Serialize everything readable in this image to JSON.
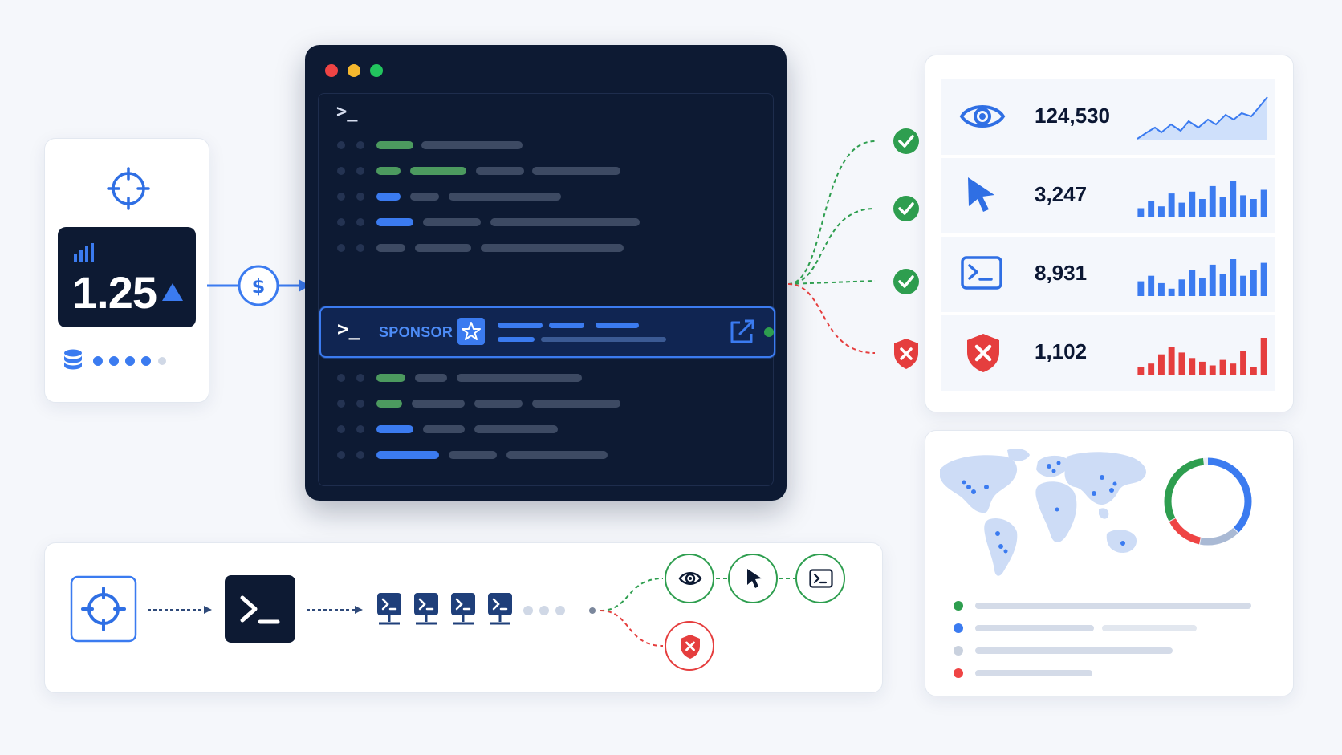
{
  "bid_card": {
    "icons": [
      "crosshair-icon",
      "bar-chart-icon",
      "up-triangle-icon",
      "database-icon"
    ],
    "bid_value": "1.25",
    "colors": {
      "accent": "#2f6fe4",
      "dark": "#0d1a33"
    }
  },
  "terminal": {
    "prompt_symbol": ">_",
    "sponsor_prompt": ">_",
    "sponsor_label": "SPONSOR",
    "icons": [
      "terminal-prompt-icon",
      "star-icon",
      "external-link-icon"
    ],
    "window_dots": [
      "#ef4444",
      "#f5b82e",
      "#22c55e"
    ]
  },
  "connector": {
    "icons": [
      "dollar-icon"
    ]
  },
  "metrics": {
    "rows": [
      {
        "icon": "eye-icon",
        "value": "124,530",
        "chart": "area"
      },
      {
        "icon": "cursor-icon",
        "value": "3,247",
        "chart": "bars",
        "bars": [
          0.25,
          0.45,
          0.3,
          0.65,
          0.4,
          0.7,
          0.5,
          0.85,
          0.55,
          1.0,
          0.6,
          0.5,
          0.75
        ]
      },
      {
        "icon": "terminal-icon",
        "value": "8,931",
        "chart": "bars",
        "bars": [
          0.4,
          0.55,
          0.35,
          0.2,
          0.45,
          0.7,
          0.5,
          0.85,
          0.6,
          1.0,
          0.55,
          0.7,
          0.9
        ]
      },
      {
        "icon": "shield-x-icon",
        "value": "1,102",
        "chart": "bars-red",
        "bars": [
          0.2,
          0.3,
          0.55,
          0.75,
          0.6,
          0.45,
          0.35,
          0.25,
          0.4,
          0.3,
          0.65,
          0.2,
          1.0
        ]
      }
    ],
    "status_icons": [
      "check-icon",
      "check-icon",
      "check-icon",
      "shield-x-icon"
    ],
    "colors": {
      "positive": "#2e9e4f",
      "negative": "#e53e3e",
      "accent": "#3b7bf0"
    }
  },
  "map_card": {
    "icons": [
      "world-map-icon",
      "donut-chart-icon"
    ],
    "legend_colors": [
      "#2e9e4f",
      "#3b7bf0",
      "#c9d1de",
      "#ef4444"
    ]
  },
  "flow": {
    "icons": [
      "crosshair-icon",
      "terminal-icon",
      "terminal-icon",
      "terminal-icon",
      "terminal-icon",
      "terminal-icon",
      "eye-icon",
      "cursor-icon",
      "terminal-icon",
      "shield-x-icon"
    ]
  }
}
